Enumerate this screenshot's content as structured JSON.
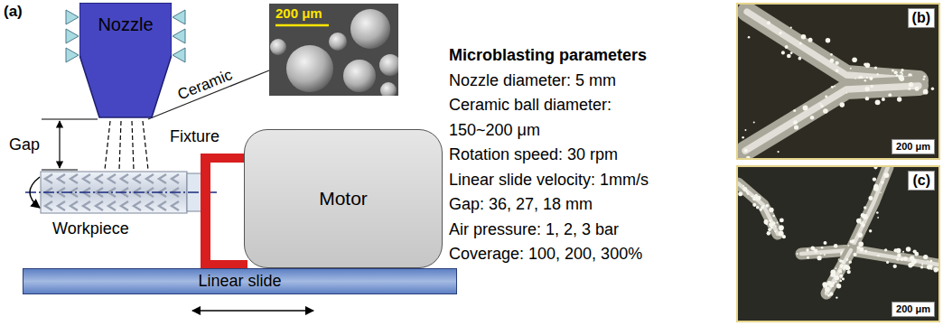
{
  "diagram": {
    "nodes": [
      {
        "text": [
          "Nozzle"
        ]
      },
      {
        "text": [
          "200 μm"
        ]
      },
      {
        "text": [
          "Motor"
        ]
      },
      {
        "text": [
          "Linear slide"
        ]
      },
      {
        "text": [
          "(b)",
          "200 μm"
        ]
      },
      {
        "text": [
          "(c)",
          "200 μm"
        ]
      }
    ],
    "edges": [
      {
        "from": 0,
        "to": 1,
        "label": "Ceramic",
        "arrow": "none"
      }
    ],
    "labels": [
      "(a)",
      "Gap",
      "Fixture",
      "Workpiece",
      "Microblasting parameters",
      "Nozzle diameter: 5 mm",
      "Ceramic ball diameter: 150~200 μm",
      "Rotation speed: 30 rpm",
      "Linear slide velocity: 1mm/s",
      "Gap: 36, 27, 18 mm",
      "Air pressure: 1, 2, 3 bar",
      "Coverage: 100, 200, 300%"
    ]
  }
}
